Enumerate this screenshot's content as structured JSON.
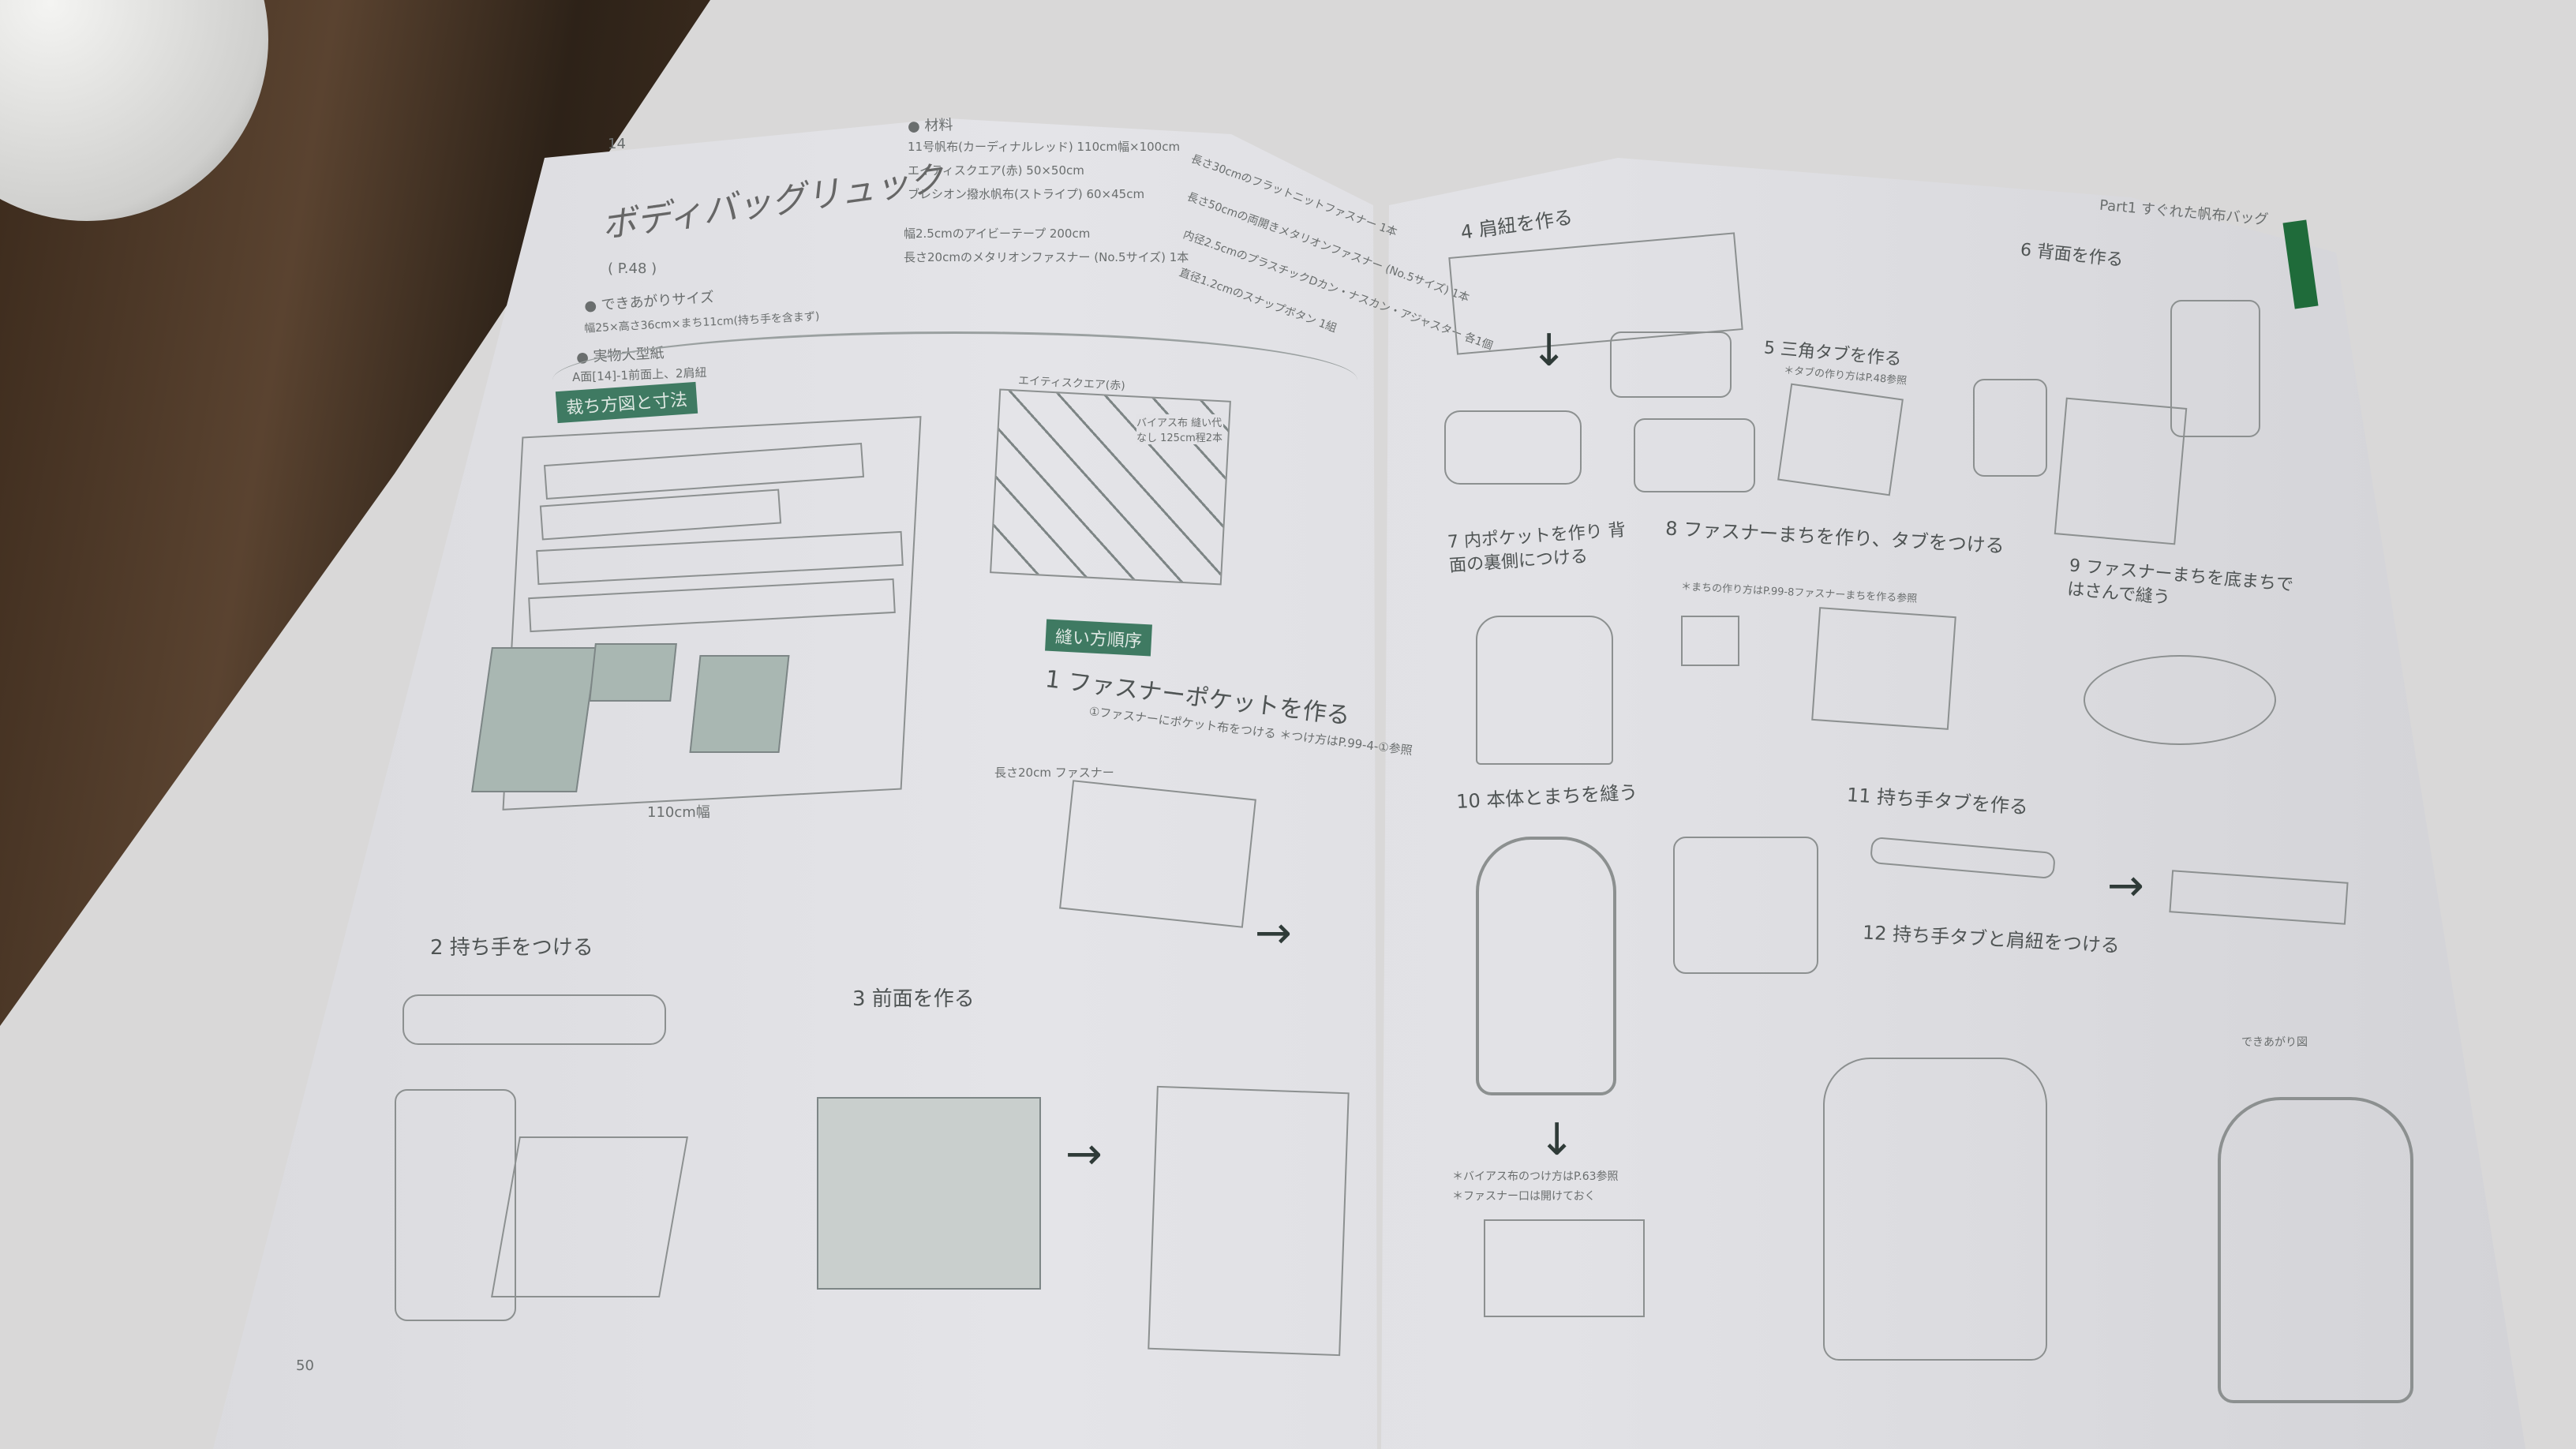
{
  "left_page": {
    "number": "14",
    "title": "ボディバッグリュック",
    "ref": "( P.48 )",
    "size_label": "● できあがりサイズ",
    "size_value": "幅25×高さ36cm×まち11cm(持ち手を含まず)",
    "pattern_label": "● 実物大型紙",
    "pattern_value": "A面[14]-1前面上、2肩紐",
    "materials_label": "● 材料",
    "materials": [
      "11号帆布(カーディナルレッド) 110cm幅×100cm",
      "エイティスクエア(赤) 50×50cm",
      "ブレシオン撥水帆布(ストライプ) 60×45cm",
      "幅2.5cmのアイビーテープ 200cm",
      "長さ20cmのメタリオンファスナー (No.5サイズ) 1本"
    ],
    "materials2": [
      "長さ30cmのフラットニットファスナー 1本",
      "長さ50cmの両開きメタリオンファスナー (No.5サイズ) 1本",
      "内径2.5cmのプラスチックDカン・ナスカン・アジャスター 各1個",
      "直径1.2cmのスナップボタン 1組"
    ],
    "cutting_badge": "裁ち方図と寸法",
    "cutting_width": "110cm幅",
    "bias_label": "エイティスクエア(赤)",
    "bias_note": "バイアス布 縫い代なし 125cm程2本",
    "sewing_badge": "縫い方順序",
    "steps": [
      "1 ファスナーポケットを作る",
      "2 持ち手をつける",
      "3 前面を作る"
    ],
    "step1_note": "①ファスナーにポケット布をつける ＊つけ方はP.99-4-①参照",
    "step1_zip": "長さ20cm ファスナー",
    "page_number": "50"
  },
  "right_page": {
    "header": "Part1 すぐれた帆布バッグ",
    "steps": [
      "4 肩紐を作る",
      "5 三角タブを作る",
      "6 背面を作る",
      "7 内ポケットを作り 背面の裏側につける",
      "8 ファスナーまちを作り、タブをつける",
      "9 ファスナーまちを底まちではさんで縫う",
      "10 本体とまちを縫う",
      "11 持ち手タブを作る",
      "12 持ち手タブと肩紐をつける"
    ],
    "step5_note": "＊タブの作り方はP.48参照",
    "step8_note": "＊まちの作り方はP.99-8ファスナーまちを作る参照",
    "step10_notes": [
      "＊バイアス布のつけ方はP.63参照",
      "＊ファスナー口は開けておく"
    ],
    "finished_label": "できあがり図"
  },
  "colors": {
    "accent": "#3f7a62",
    "tab": "#1f6b3a"
  }
}
